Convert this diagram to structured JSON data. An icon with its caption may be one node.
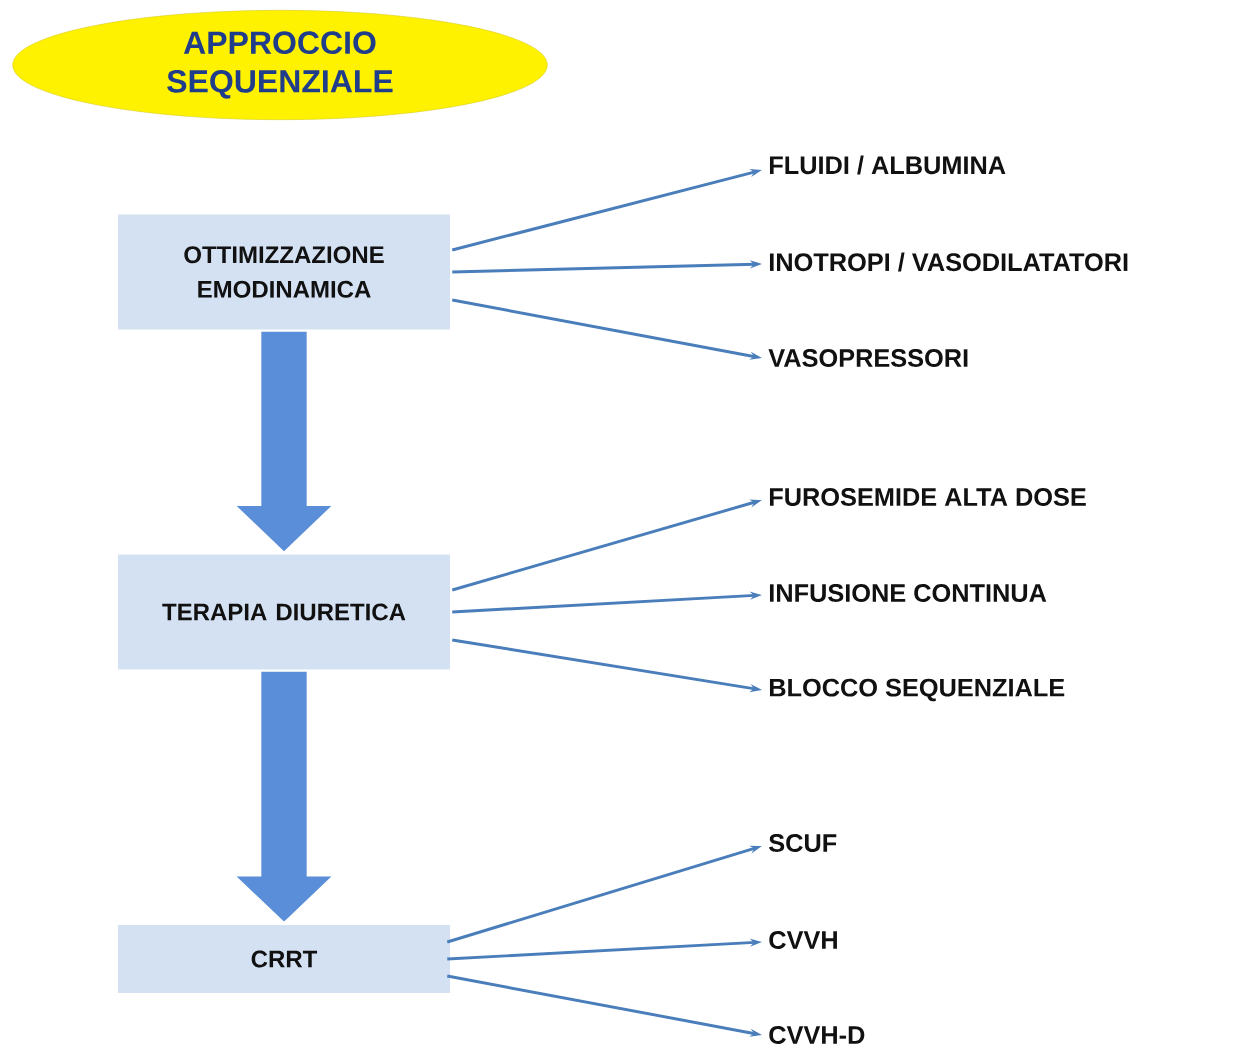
{
  "diagram": {
    "nodes": [
      {
        "text": [
          "APPROCCIO SEQUENZIALE"
        ]
      },
      {
        "text": [
          "OTTIMIZZAZIONE EMODINAMICA"
        ]
      },
      {
        "text": [
          "TERAPIA DIURETICA"
        ]
      },
      {
        "text": [
          "CRRT"
        ]
      },
      {
        "text": [
          "FLUIDI / ALBUMINA"
        ]
      },
      {
        "text": [
          "INOTROPI / VASODILATATORI"
        ]
      },
      {
        "text": [
          "VASOPRESSORI"
        ]
      },
      {
        "text": [
          "FUROSEMIDE ALTA DOSE"
        ]
      },
      {
        "text": [
          "INFUSIONE CONTINUA"
        ]
      },
      {
        "text": [
          "BLOCCO SEQUENZIALE"
        ]
      },
      {
        "text": [
          "SCUF"
        ]
      },
      {
        "text": [
          "CVVH"
        ]
      },
      {
        "text": [
          "CVVH-D"
        ]
      }
    ],
    "edges": [
      {
        "from": 1,
        "to": 2,
        "arrow": "to",
        "style": "thick",
        "color": "#5b8ed8"
      },
      {
        "from": 2,
        "to": 3,
        "arrow": "to",
        "style": "thick",
        "color": "#5b8ed8"
      },
      {
        "from": 1,
        "to": 4,
        "arrow": "to"
      },
      {
        "from": 1,
        "to": 5,
        "arrow": "to"
      },
      {
        "from": 1,
        "to": 6,
        "arrow": "to"
      },
      {
        "from": 2,
        "to": 7,
        "arrow": "to"
      },
      {
        "from": 2,
        "to": 8,
        "arrow": "to"
      },
      {
        "from": 2,
        "to": 9,
        "arrow": "to"
      },
      {
        "from": 3,
        "to": 10,
        "arrow": "to"
      },
      {
        "from": 3,
        "to": 11,
        "arrow": "to"
      },
      {
        "from": 3,
        "to": 12,
        "arrow": "to"
      }
    ]
  }
}
